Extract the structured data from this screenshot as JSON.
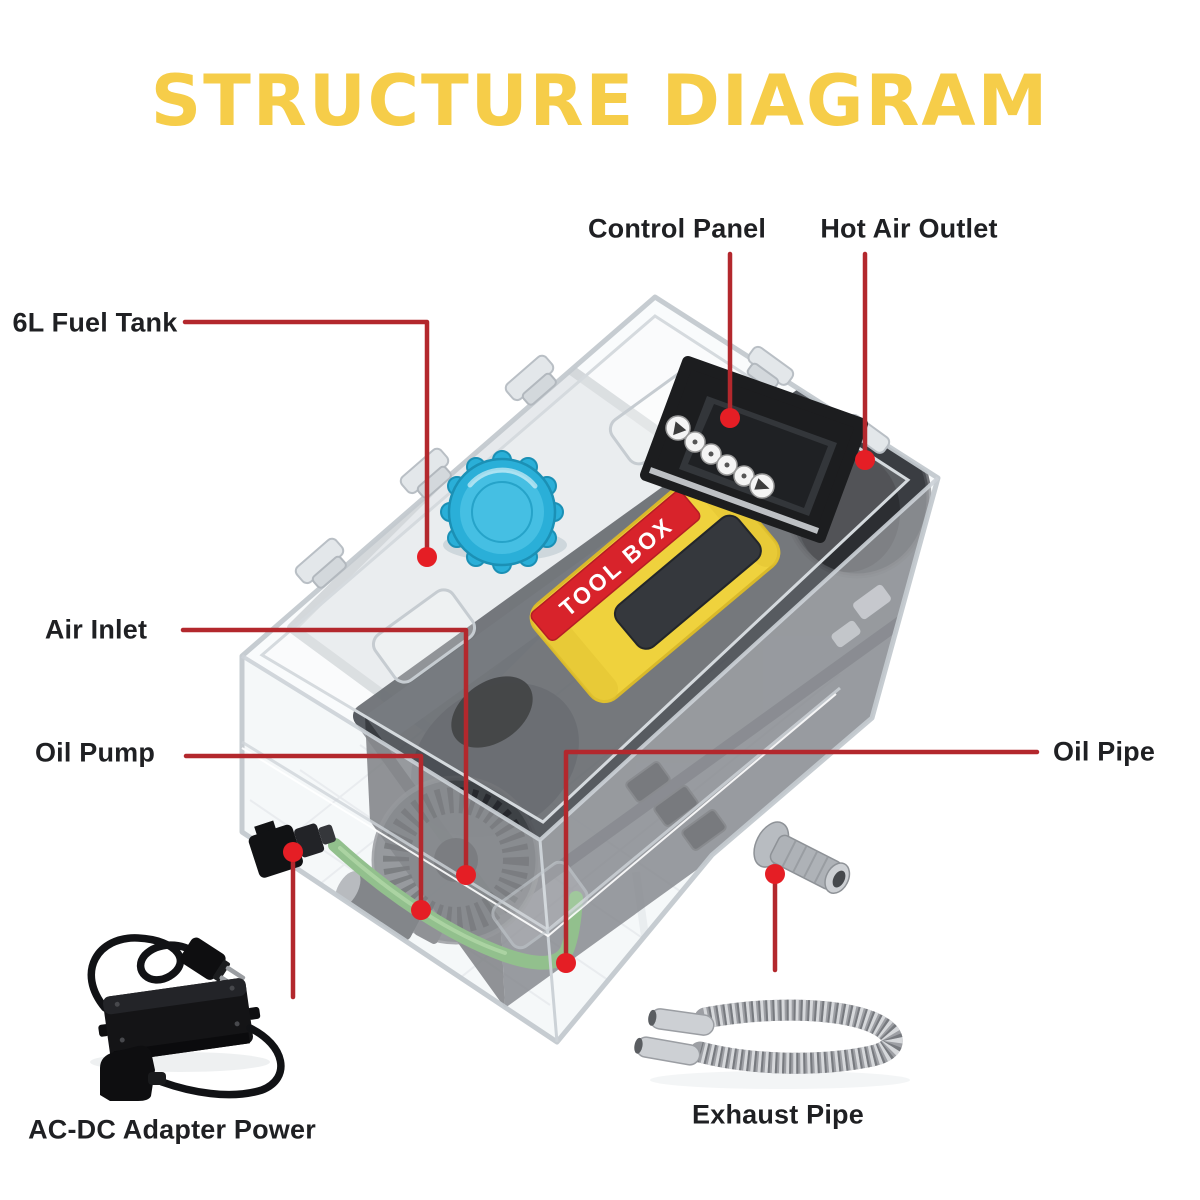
{
  "title": "STRUCTURE DIAGRAM",
  "callout_labels": {
    "fuel_tank": "6L Fuel Tank",
    "control_panel": "Control Panel",
    "hot_air_outlet": "Hot Air Outlet",
    "air_inlet": "Air Inlet",
    "oil_pump": "Oil Pump",
    "oil_pipe": "Oil Pipe",
    "ac_dc_adapter": "AC-DC Adapter Power",
    "exhaust_pipe": "Exhaust Pipe"
  },
  "product": {
    "toolbox_label": "TOOL BOX"
  },
  "colors": {
    "title_yellow": "#F6CD49",
    "line_red": "#B3282D",
    "dot_red": "#E51E25",
    "label_dark": "#1F2023",
    "cap_blue": "#2AAFD8",
    "cap_blue_dark": "#1B90B5",
    "handle_yellow": "#EFD23D",
    "handle_yellow_dark": "#D9B92A",
    "toolbox_red": "#D8232B",
    "pipe_green": "#4E9B42",
    "heater_gray": "#4B4F55",
    "case_line": "#C5CBD1"
  }
}
